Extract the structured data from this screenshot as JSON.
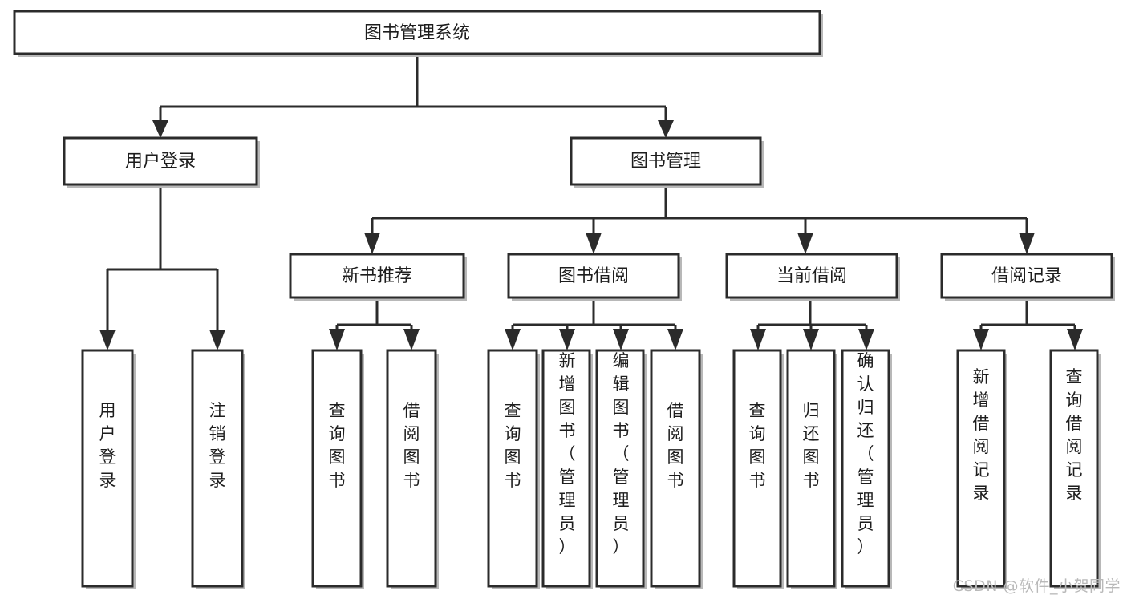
{
  "diagram": {
    "title": "图书管理系统",
    "type": "tree-hierarchy-diagram",
    "root": {
      "id": "root",
      "label": "图书管理系统",
      "orientation": "horizontal"
    },
    "level2": [
      {
        "id": "user-login",
        "label": "用户登录",
        "orientation": "horizontal"
      },
      {
        "id": "book-manage",
        "label": "图书管理",
        "orientation": "horizontal"
      }
    ],
    "level3": [
      {
        "id": "new-book-recommend",
        "label": "新书推荐",
        "orientation": "horizontal",
        "parent": "book-manage"
      },
      {
        "id": "book-borrow",
        "label": "图书借阅",
        "orientation": "horizontal",
        "parent": "book-manage"
      },
      {
        "id": "current-borrow",
        "label": "当前借阅",
        "orientation": "horizontal",
        "parent": "book-manage"
      },
      {
        "id": "borrow-record",
        "label": "借阅记录",
        "orientation": "horizontal",
        "parent": "book-manage"
      }
    ],
    "leaves": {
      "user_login": [
        {
          "id": "leaf-user-login",
          "label": "用户登录",
          "orientation": "vertical"
        },
        {
          "id": "leaf-user-logout",
          "label": "注销登录",
          "orientation": "vertical"
        }
      ],
      "new_book_recommend": [
        {
          "id": "leaf-query-book-1",
          "label": "查询图书",
          "orientation": "vertical"
        },
        {
          "id": "leaf-borrow-book-1",
          "label": "借阅图书",
          "orientation": "vertical"
        }
      ],
      "book_borrow": [
        {
          "id": "leaf-query-book-2",
          "label": "查询图书",
          "orientation": "vertical"
        },
        {
          "id": "leaf-add-book",
          "label": "新增图书（管理员）",
          "orientation": "vertical"
        },
        {
          "id": "leaf-edit-book",
          "label": "编辑图书（管理员）",
          "orientation": "vertical"
        },
        {
          "id": "leaf-borrow-book-2",
          "label": "借阅图书",
          "orientation": "vertical"
        }
      ],
      "current_borrow": [
        {
          "id": "leaf-query-book-3",
          "label": "查询图书",
          "orientation": "vertical"
        },
        {
          "id": "leaf-return-book",
          "label": "归还图书",
          "orientation": "vertical"
        },
        {
          "id": "leaf-confirm-return",
          "label": "确认归还（管理员）",
          "orientation": "vertical"
        }
      ],
      "borrow_record": [
        {
          "id": "leaf-add-record",
          "label": "新增借阅记录",
          "orientation": "vertical"
        },
        {
          "id": "leaf-query-record",
          "label": "查询借阅记录",
          "orientation": "vertical"
        }
      ]
    },
    "colors": {
      "box_fill": "#ffffff",
      "box_stroke": "#2b2b2b",
      "text": "#1d1d1d",
      "shadow": "#b8b8b8",
      "watermark": "#b9b9b9"
    }
  },
  "watermark": {
    "text": "CSDN @软件_小贺同学"
  }
}
